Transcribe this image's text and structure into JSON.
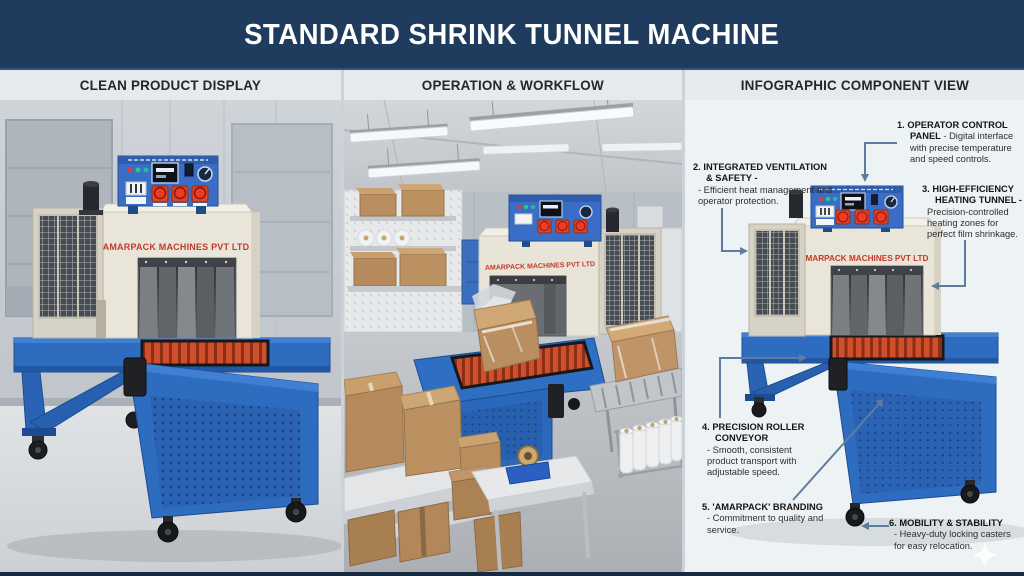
{
  "header": {
    "title": "STANDARD SHRINK TUNNEL MACHINE"
  },
  "panels": [
    {
      "label": "CLEAN PRODUCT DISPLAY"
    },
    {
      "label": "OPERATION & WORKFLOW"
    },
    {
      "label": "INFOGRAPHIC COMPONENT VIEW"
    }
  ],
  "machine": {
    "brand": "AMARPACK MACHINES PVT LTD"
  },
  "annotations": [
    {
      "number": "1.",
      "title": "OPERATOR CONTROL PANEL",
      "desc": " - Digital interface with precise temperature and speed controls."
    },
    {
      "number": "2.",
      "title": "INTEGRATED VENTILATION & SAFETY -",
      "desc": "- Efficient heat management and operator protection."
    },
    {
      "number": "3.",
      "title": "HIGH-EFFICIENCY HEATING TUNNEL -",
      "desc": "Precision-controlled heating zones for perfect film shrinkage."
    },
    {
      "number": "4.",
      "title": "PRECISION ROLLER CONVEYOR",
      "desc": "- Smooth, consistent product transport with adjustable speed."
    },
    {
      "number": "5.",
      "title": "'AMARPACK' BRANDING",
      "desc": "- Commitment to quality and service."
    },
    {
      "number": "6.",
      "title": "MOBILITY & STABILITY",
      "desc": "- Heavy-duty locking casters for easy relocation."
    }
  ],
  "colors": {
    "navy_header": "#1f3b5e",
    "band_bg": "#e7eaed",
    "panel3_bg": "#edf2f4",
    "machine_blue": "#2e6cc0",
    "machine_cream": "#e9e5d9",
    "brand_red": "#c23b2a",
    "roller_red": "#d0512e",
    "arrow": "#5d7d9e"
  }
}
